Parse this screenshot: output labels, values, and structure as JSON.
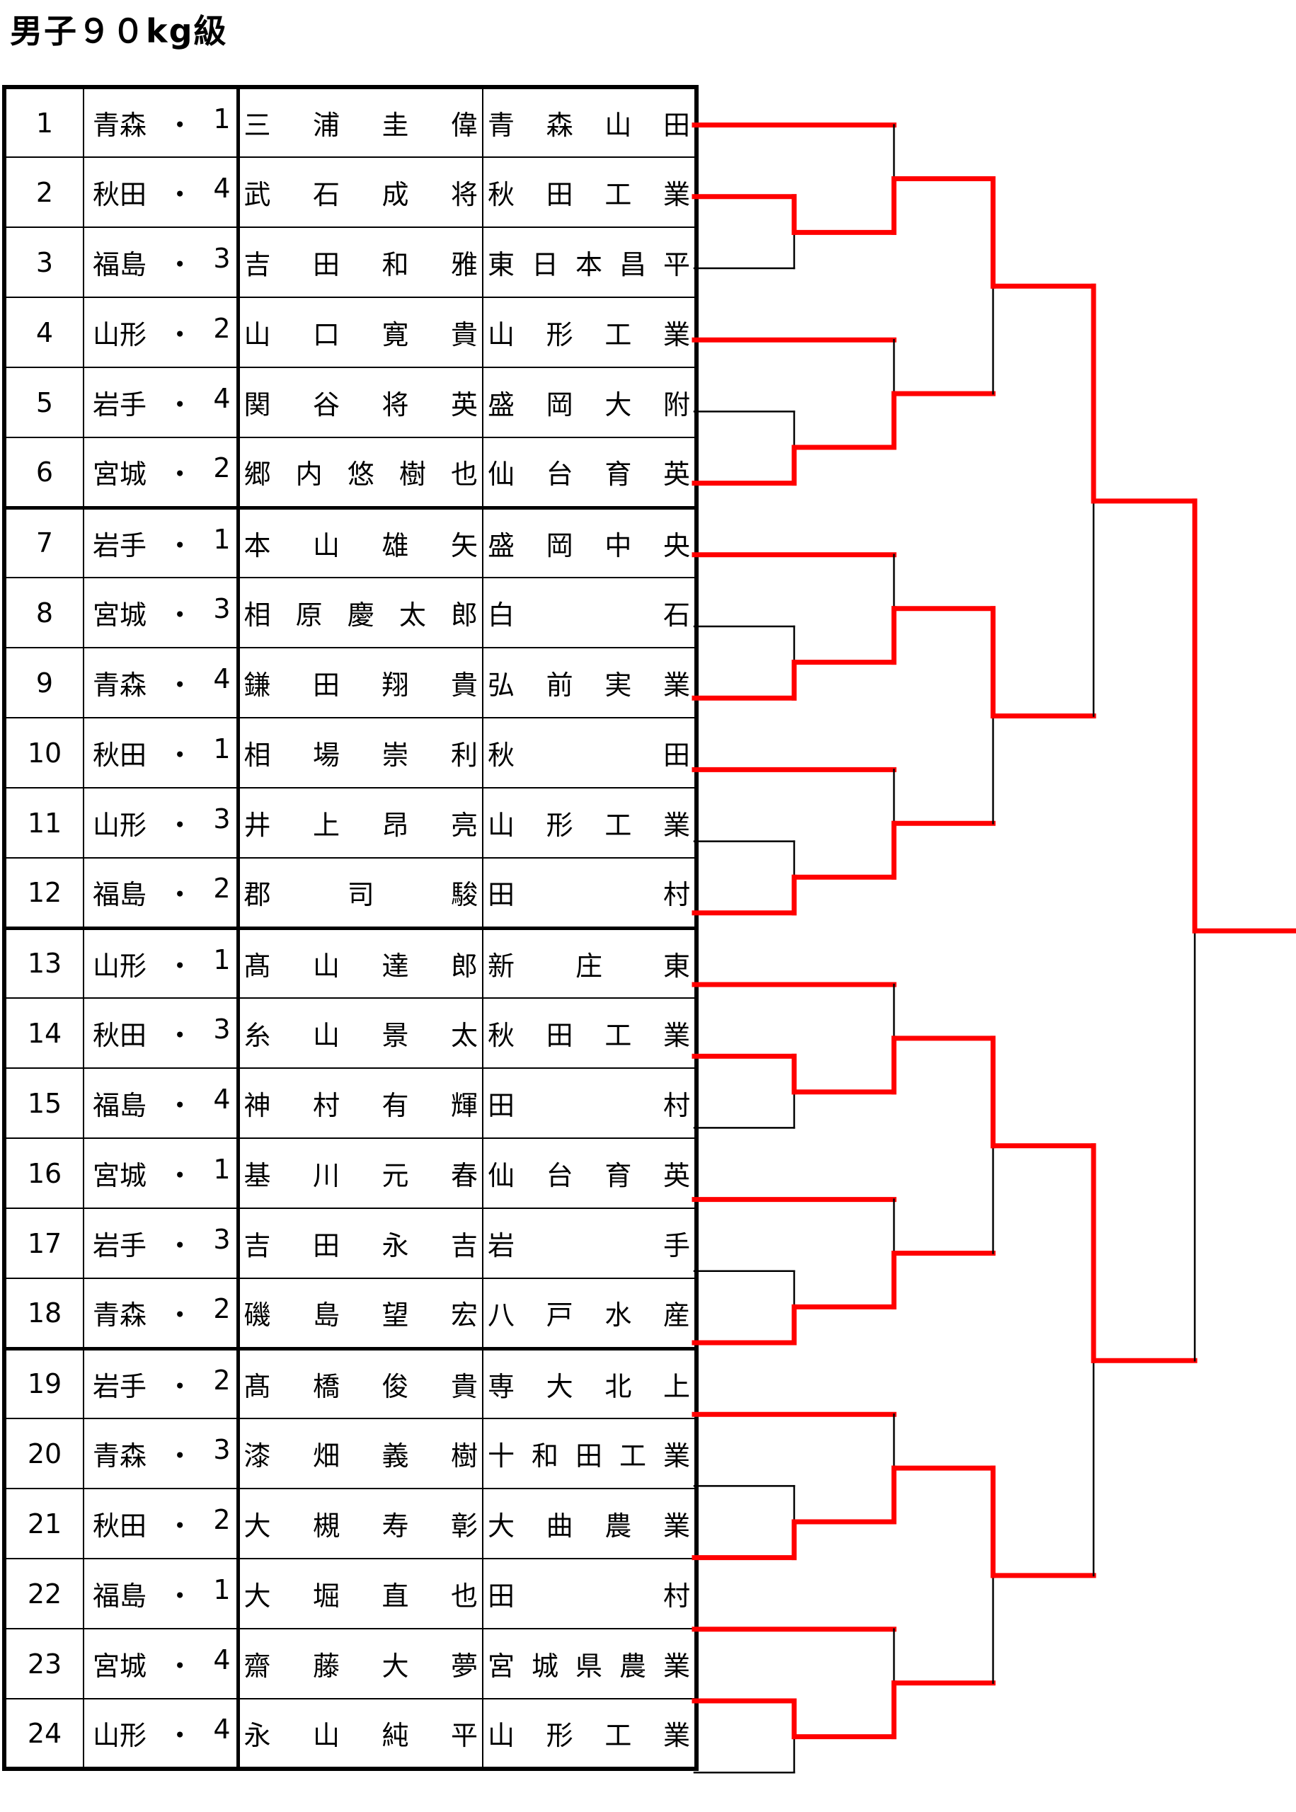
{
  "title": "男子９０kg級",
  "entries": [
    {
      "no": "1",
      "pref": "青森",
      "seed": "1",
      "name": "三浦　圭偉",
      "school": "青森山田",
      "winner": true
    },
    {
      "no": "2",
      "pref": "秋田",
      "seed": "4",
      "name": "武石　成将",
      "school": "秋田工業",
      "winner": true
    },
    {
      "no": "3",
      "pref": "福島",
      "seed": "3",
      "name": "吉田　和雅",
      "school": "東日本昌平",
      "winner": false
    },
    {
      "no": "4",
      "pref": "山形",
      "seed": "2",
      "name": "山口　寛貴",
      "school": "山形工業",
      "winner": true
    },
    {
      "no": "5",
      "pref": "岩手",
      "seed": "4",
      "name": "関谷　将英",
      "school": "盛岡大附",
      "winner": false
    },
    {
      "no": "6",
      "pref": "宮城",
      "seed": "2",
      "name": "郷内悠樹也",
      "school": "仙台育英",
      "winner": true
    },
    {
      "no": "7",
      "pref": "岩手",
      "seed": "1",
      "name": "本山　雄矢",
      "school": "盛岡中央",
      "winner": true
    },
    {
      "no": "8",
      "pref": "宮城",
      "seed": "3",
      "name": "相原慶太郎",
      "school": "白石",
      "winner": false
    },
    {
      "no": "9",
      "pref": "青森",
      "seed": "4",
      "name": "鎌田　翔貴",
      "school": "弘前実業",
      "winner": true
    },
    {
      "no": "10",
      "pref": "秋田",
      "seed": "1",
      "name": "相場　崇利",
      "school": "秋田",
      "winner": true
    },
    {
      "no": "11",
      "pref": "山形",
      "seed": "3",
      "name": "井上　昂亮",
      "school": "山形工業",
      "winner": false
    },
    {
      "no": "12",
      "pref": "福島",
      "seed": "2",
      "name": "郡司　駿",
      "school": "田村",
      "winner": true
    },
    {
      "no": "13",
      "pref": "山形",
      "seed": "1",
      "name": "髙山　達郎",
      "school": "新庄東",
      "winner": true
    },
    {
      "no": "14",
      "pref": "秋田",
      "seed": "3",
      "name": "糸山　景太",
      "school": "秋田工業",
      "winner": true
    },
    {
      "no": "15",
      "pref": "福島",
      "seed": "4",
      "name": "神村　有輝",
      "school": "田村",
      "winner": false
    },
    {
      "no": "16",
      "pref": "宮城",
      "seed": "1",
      "name": "基川　元春",
      "school": "仙台育英",
      "winner": true
    },
    {
      "no": "17",
      "pref": "岩手",
      "seed": "3",
      "name": "吉田　永吉",
      "school": "岩手",
      "winner": false
    },
    {
      "no": "18",
      "pref": "青森",
      "seed": "2",
      "name": "磯島　望宏",
      "school": "八戸水産",
      "winner": true
    },
    {
      "no": "19",
      "pref": "岩手",
      "seed": "2",
      "name": "髙橋　俊貴",
      "school": "専大北上",
      "winner": true
    },
    {
      "no": "20",
      "pref": "青森",
      "seed": "3",
      "name": "漆畑　義樹",
      "school": "十和田工業",
      "winner": false
    },
    {
      "no": "21",
      "pref": "秋田",
      "seed": "2",
      "name": "大槻　寿彰",
      "school": "大曲農業",
      "winner": true
    },
    {
      "no": "22",
      "pref": "福島",
      "seed": "1",
      "name": "大堀　直也",
      "school": "田村",
      "winner": true
    },
    {
      "no": "23",
      "pref": "宮城",
      "seed": "4",
      "name": "齋藤　大夢",
      "school": "宮城県農業",
      "winner": true
    },
    {
      "no": "24",
      "pref": "山形",
      "seed": "4",
      "name": "永山　純平",
      "school": "山形工業",
      "winner": false
    }
  ],
  "colors": {
    "winner_line": "#ff0000",
    "loser_line": "#000000",
    "border": "#000000"
  }
}
